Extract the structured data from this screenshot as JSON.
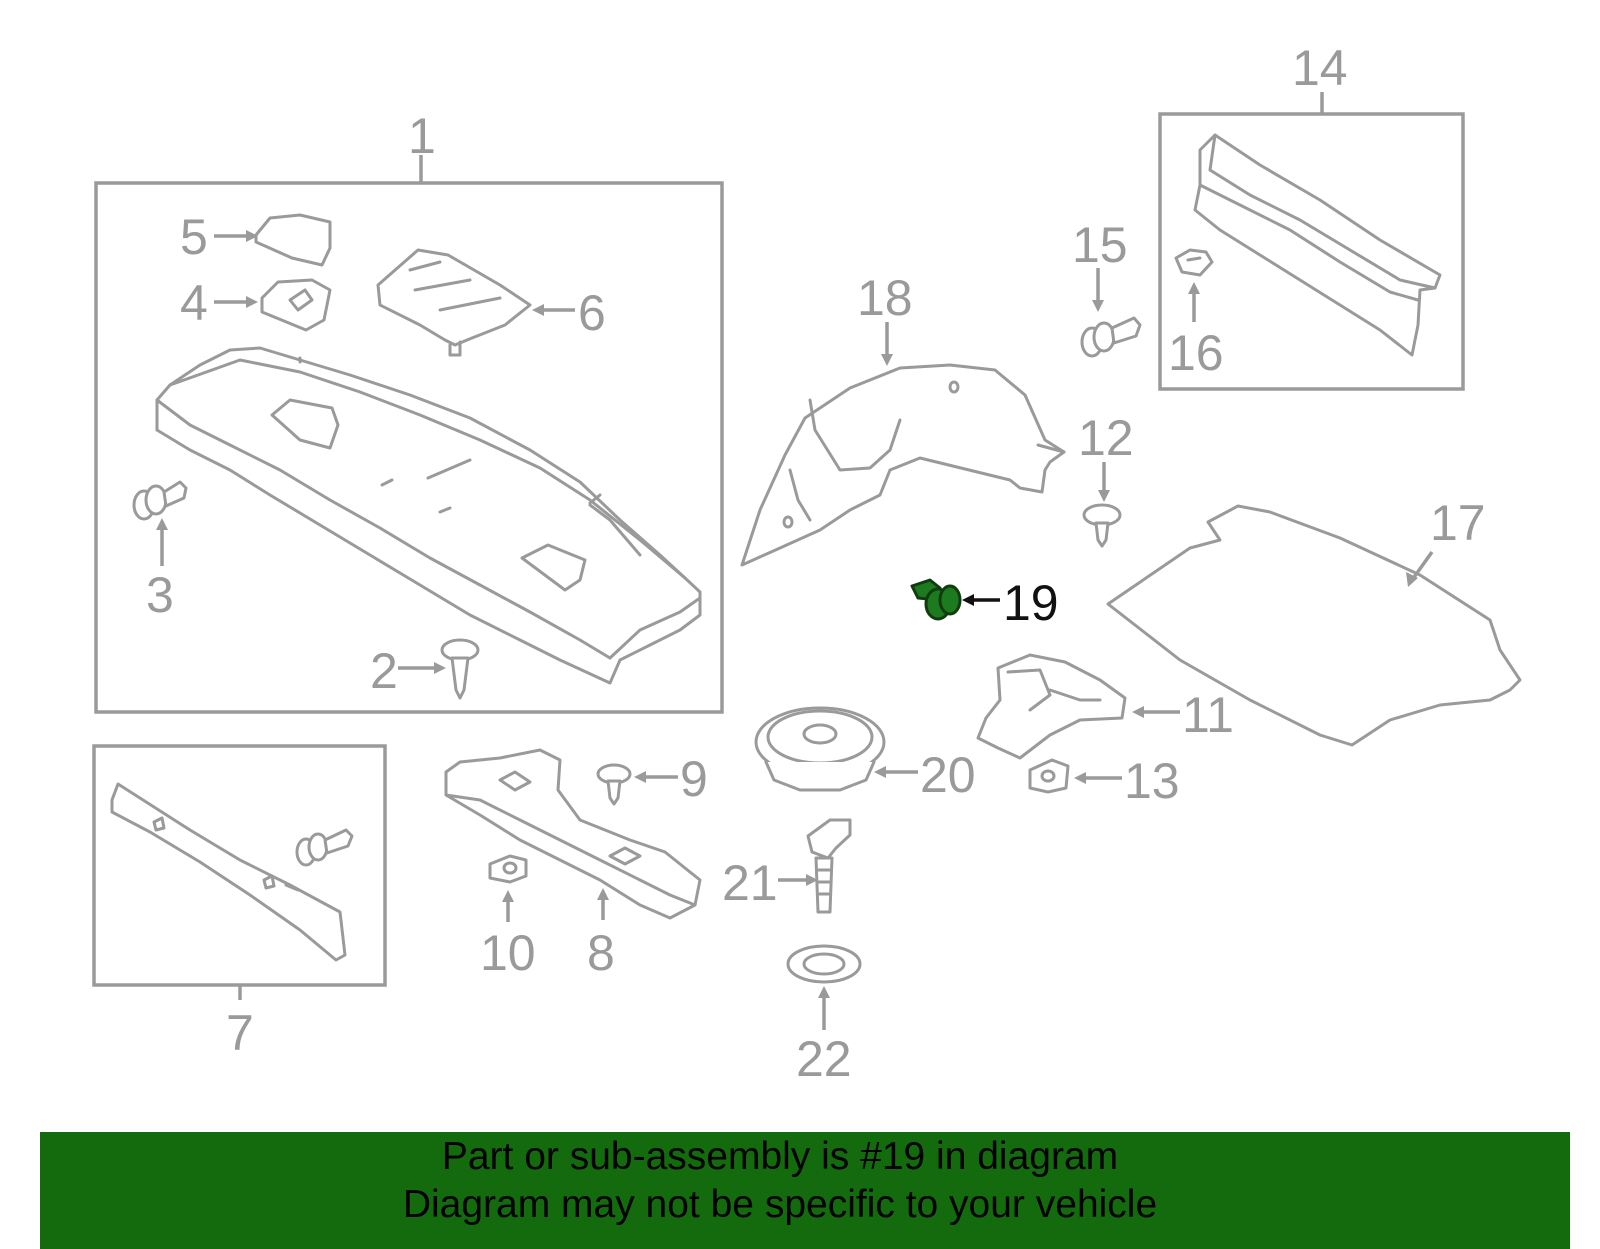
{
  "diagram": {
    "highlighted_part": "19",
    "callouts": [
      "1",
      "2",
      "3",
      "4",
      "5",
      "6",
      "7",
      "8",
      "9",
      "10",
      "11",
      "12",
      "13",
      "14",
      "15",
      "16",
      "17",
      "18",
      "19",
      "20",
      "21",
      "22"
    ]
  },
  "banner": {
    "line1": "Part or sub-assembly is #19 in diagram",
    "line2": "Diagram may not be specific to your vehicle",
    "background_color": "#146b0e",
    "text_color": "#000000"
  },
  "colors": {
    "line_art": "#9a9a9a",
    "highlight_fill": "#1e7a1e"
  }
}
